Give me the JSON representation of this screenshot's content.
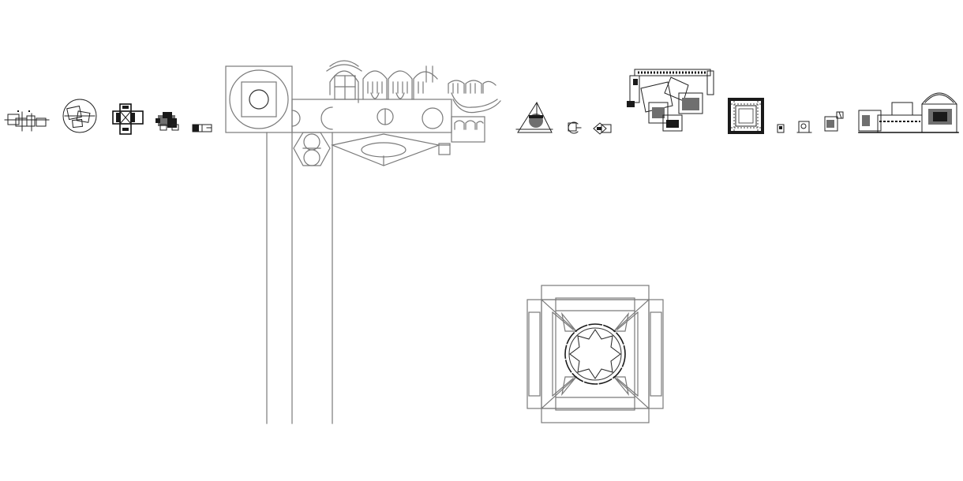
{
  "canvas": {
    "background": "#ffffff",
    "line_color_primary": "#7a7a7a",
    "line_color_dark": "#1a1a1a"
  },
  "drawings": [
    {
      "name": "small-plan-rectangles"
    },
    {
      "name": "circular-plan-rotated-squares"
    },
    {
      "name": "cross-shaped-plan"
    },
    {
      "name": "cluster-plan-dark"
    },
    {
      "name": "small-linear-plan"
    },
    {
      "name": "large-complex-plan-with-corridor"
    },
    {
      "name": "triangular-plan-with-circle"
    },
    {
      "name": "small-c-shape-plan"
    },
    {
      "name": "small-diamond-plan"
    },
    {
      "name": "angled-wing-plan"
    },
    {
      "name": "square-courtyard-plan"
    },
    {
      "name": "tiny-square-plan"
    },
    {
      "name": "small-box-plan"
    },
    {
      "name": "small-corner-plan"
    },
    {
      "name": "long-linear-plan-with-dome"
    },
    {
      "name": "large-square-plan-with-circular-core"
    }
  ]
}
